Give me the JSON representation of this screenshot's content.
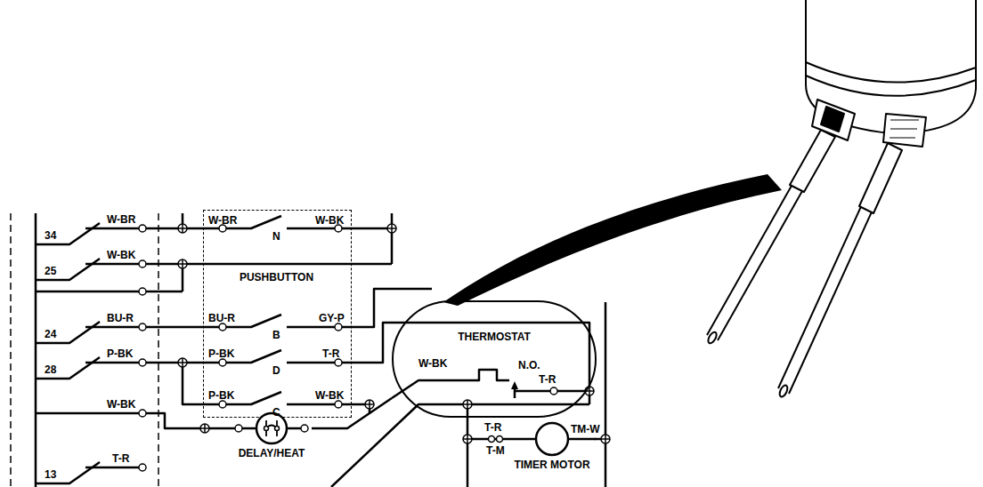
{
  "diagram": {
    "nodes": [
      {
        "text": [
          "PUSHBUTTON"
        ]
      },
      {
        "text": [
          "THERMOSTAT",
          "W-BK",
          "N.O.",
          "T-R"
        ]
      },
      {
        "text": [
          "DELAY/HEAT"
        ]
      },
      {
        "text": [
          "TIMER MOTOR"
        ]
      }
    ],
    "edges": [
      {
        "from": 2,
        "to": 1,
        "arrow": "none"
      },
      {
        "from": 1,
        "to": 3,
        "arrow": "none"
      }
    ],
    "labels": [
      "W-BR",
      "34",
      "W-BK",
      "25",
      "W-BR",
      "N",
      "W-BK",
      "BU-R",
      "24",
      "BU-R",
      "B",
      "GY-P",
      "P-BK",
      "28",
      "P-BK",
      "D",
      "T-R",
      "P-BK",
      "C",
      "W-BK",
      "W-BK",
      "T-R",
      "13",
      "T-R",
      "T-M",
      "TM-W"
    ]
  }
}
